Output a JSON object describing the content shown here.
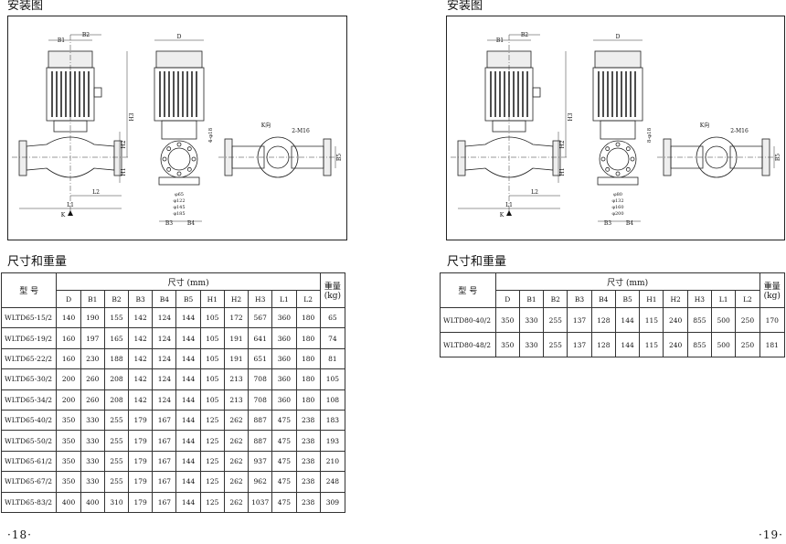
{
  "left_page": {
    "install_title": "安装图",
    "dims_title": "尺寸和重量",
    "page_number": "·18·",
    "drawing_labels": {
      "b1": "B1",
      "b2": "B2",
      "d": "D",
      "h1": "H1",
      "h2": "H2",
      "h3": "H3",
      "l1": "L1",
      "l2": "L2",
      "b3": "B3",
      "b4": "B4",
      "b5": "B5",
      "k_view": "K向",
      "bolts": "2-M16",
      "holes": "4-φ18",
      "dia1": "φ65",
      "dia2": "φ122",
      "dia3": "φ145",
      "dia4": "φ185",
      "k_arrow": "K"
    },
    "table": {
      "model_header": "型  号",
      "dims_header": "尺寸 (mm)",
      "weight_header_1": "重量",
      "weight_header_2": "(kg)",
      "columns": [
        "D",
        "B1",
        "B2",
        "B3",
        "B4",
        "B5",
        "H1",
        "H2",
        "H3",
        "L1",
        "L2"
      ],
      "rows": [
        {
          "model": "WLTD65-15/2",
          "values": [
            "140",
            "190",
            "155",
            "142",
            "124",
            "144",
            "105",
            "172",
            "567",
            "360",
            "180",
            "65"
          ]
        },
        {
          "model": "WLTD65-19/2",
          "values": [
            "160",
            "197",
            "165",
            "142",
            "124",
            "144",
            "105",
            "191",
            "641",
            "360",
            "180",
            "74"
          ]
        },
        {
          "model": "WLTD65-22/2",
          "values": [
            "160",
            "230",
            "188",
            "142",
            "124",
            "144",
            "105",
            "191",
            "651",
            "360",
            "180",
            "81"
          ]
        },
        {
          "model": "WLTD65-30/2",
          "values": [
            "200",
            "260",
            "208",
            "142",
            "124",
            "144",
            "105",
            "213",
            "708",
            "360",
            "180",
            "105"
          ]
        },
        {
          "model": "WLTD65-34/2",
          "values": [
            "200",
            "260",
            "208",
            "142",
            "124",
            "144",
            "105",
            "213",
            "708",
            "360",
            "180",
            "108"
          ]
        },
        {
          "model": "WLTD65-40/2",
          "values": [
            "350",
            "330",
            "255",
            "179",
            "167",
            "144",
            "125",
            "262",
            "887",
            "475",
            "238",
            "183"
          ]
        },
        {
          "model": "WLTD65-50/2",
          "values": [
            "350",
            "330",
            "255",
            "179",
            "167",
            "144",
            "125",
            "262",
            "887",
            "475",
            "238",
            "193"
          ]
        },
        {
          "model": "WLTD65-61/2",
          "values": [
            "350",
            "330",
            "255",
            "179",
            "167",
            "144",
            "125",
            "262",
            "937",
            "475",
            "238",
            "210"
          ]
        },
        {
          "model": "WLTD65-67/2",
          "values": [
            "350",
            "330",
            "255",
            "179",
            "167",
            "144",
            "125",
            "262",
            "962",
            "475",
            "238",
            "248"
          ]
        },
        {
          "model": "WLTD65-83/2",
          "values": [
            "400",
            "400",
            "310",
            "179",
            "167",
            "144",
            "125",
            "262",
            "1037",
            "475",
            "238",
            "309"
          ]
        }
      ]
    }
  },
  "right_page": {
    "install_title": "安装图",
    "dims_title": "尺寸和重量",
    "page_number": "·19·",
    "drawing_labels": {
      "b1": "B1",
      "b2": "B2",
      "d": "D",
      "h1": "H1",
      "h2": "H2",
      "h3": "H3",
      "l1": "L1",
      "l2": "L2",
      "b3": "B3",
      "b4": "B4",
      "b5": "B5",
      "k_view": "K向",
      "bolts": "2-M16",
      "holes": "8-φ18",
      "dia1": "φ80",
      "dia2": "φ132",
      "dia3": "φ160",
      "dia4": "φ200",
      "k_arrow": "K"
    },
    "table": {
      "model_header": "型  号",
      "dims_header": "尺寸 (mm)",
      "weight_header_1": "重量",
      "weight_header_2": "(kg)",
      "columns": [
        "D",
        "B1",
        "B2",
        "B3",
        "B4",
        "B5",
        "H1",
        "H2",
        "H3",
        "L1",
        "L2"
      ],
      "rows": [
        {
          "model": "WLTD80-40/2",
          "values": [
            "350",
            "330",
            "255",
            "137",
            "128",
            "144",
            "115",
            "240",
            "855",
            "500",
            "250",
            "170"
          ]
        },
        {
          "model": "WLTD80-48/2",
          "values": [
            "350",
            "330",
            "255",
            "137",
            "128",
            "144",
            "115",
            "240",
            "855",
            "500",
            "250",
            "181"
          ]
        }
      ]
    }
  }
}
